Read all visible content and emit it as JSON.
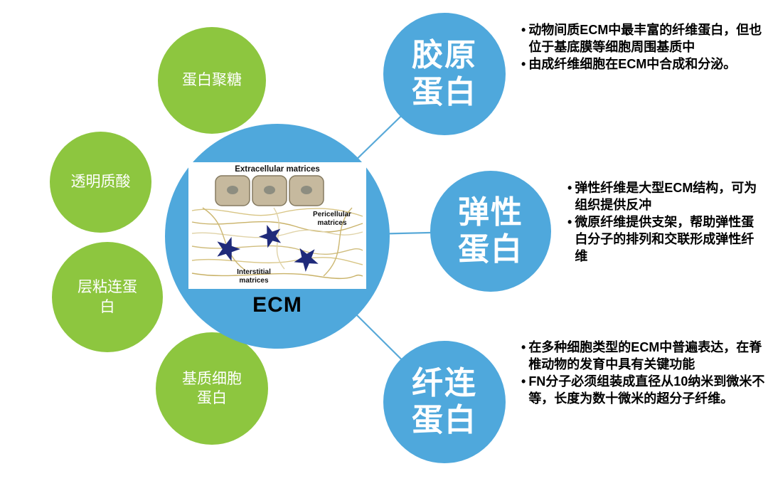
{
  "colors": {
    "node_blue": "#4fa8dc",
    "node_green": "#8dc63f",
    "connector_blue": "#58a9d8",
    "text_black": "#000000",
    "circle_text_white": "#ffffff"
  },
  "center": {
    "label": "ECM",
    "illustration": {
      "title": "Extracellular matrices",
      "pericellular_line1": "Pericellular",
      "pericellular_line2": "matrices",
      "interstitial_line1": "Interstitial",
      "interstitial_line2": "matrices"
    }
  },
  "green_nodes": [
    {
      "label": "蛋白聚糖"
    },
    {
      "label": "透明质酸"
    },
    {
      "label": "层粘连蛋\n白"
    },
    {
      "label": "基质细胞\n蛋白"
    }
  ],
  "blue_nodes": [
    {
      "label": "胶原\n蛋白",
      "bullets": [
        "动物间质ECM中最丰富的纤维蛋白，但也位于基底膜等细胞周围基质中",
        "由成纤维细胞在ECM中合成和分泌。"
      ]
    },
    {
      "label": "弹性\n蛋白",
      "bullets": [
        "弹性纤维是大型ECM结构，可为组织提供反冲",
        "微原纤维提供支架，帮助弹性蛋白分子的排列和交联形成弹性纤维"
      ]
    },
    {
      "label": "纤连\n蛋白",
      "bullets": [
        "在多种细胞类型的ECM中普遍表达，在脊椎动物的发育中具有关键功能",
        "FN分子必须组装成直径从10纳米到微米不等，长度为数十微米的超分子纤维。"
      ]
    }
  ],
  "bullet_glyph": "•"
}
